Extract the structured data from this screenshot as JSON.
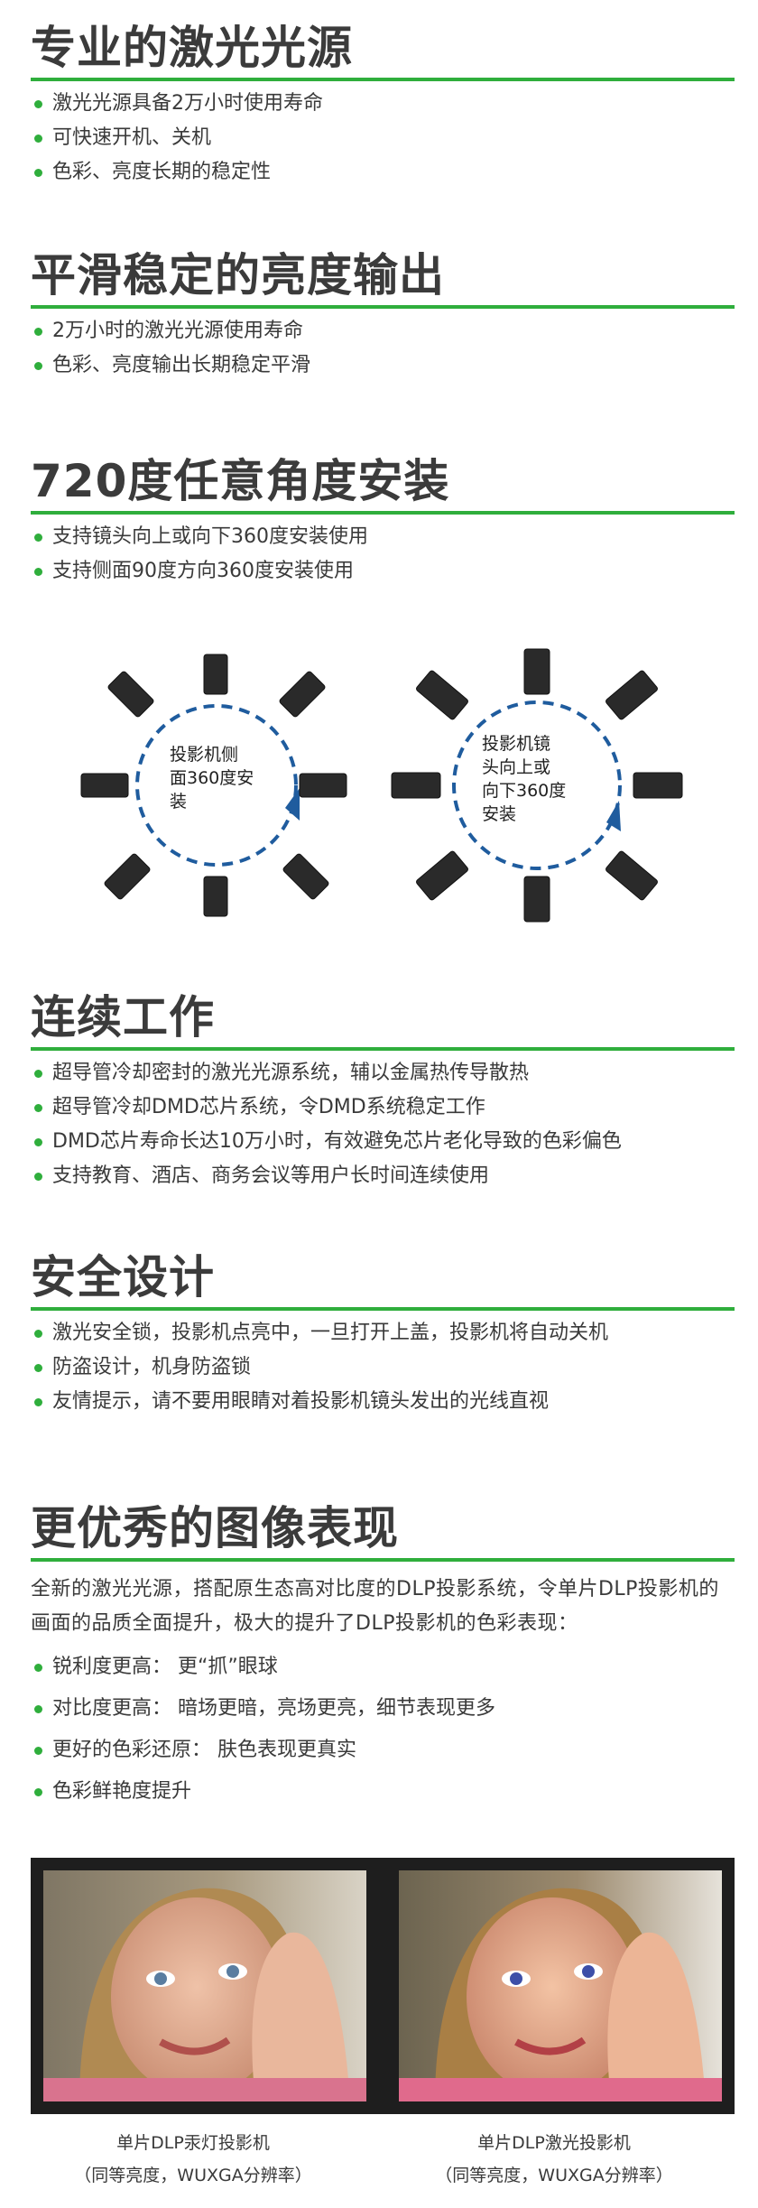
{
  "sections": [
    {
      "title": "专业的激光光源",
      "bullets": [
        "激光光源具备2万小时使用寿命",
        "可快速开机、关机",
        "色彩、亮度长期的稳定性"
      ]
    },
    {
      "title": "平滑稳定的亮度输出",
      "bullets": [
        "2万小时的激光光源使用寿命",
        "色彩、亮度输出长期稳定平滑"
      ]
    },
    {
      "title": "720度任意角度安装",
      "bullets": [
        "支持镜头向上或向下360度安装使用",
        "支持侧面90度方向360度安装使用"
      ]
    },
    {
      "title": "连续工作",
      "bullets": [
        "超导管冷却密封的激光光源系统，辅以金属热传导散热",
        "超导管冷却DMD芯片系统，令DMD系统稳定工作",
        "DMD芯片寿命长达10万小时，有效避免芯片老化导致的色彩偏色",
        "支持教育、酒店、商务会议等用户长时间连续使用"
      ]
    },
    {
      "title": "安全设计",
      "bullets": [
        "激光安全锁，投影机点亮中，一旦打开上盖，投影机将自动关机",
        "防盗设计，机身防盗锁",
        "友情提示，请不要用眼睛对着投影机镜头发出的光线直视"
      ]
    },
    {
      "title": "更优秀的图像表现",
      "paragraph": "全新的激光光源，搭配原生态高对比度的DLP投影系统，令单片DLP投影机的画面的品质全面提升，极大的提升了DLP投影机的色彩表现：",
      "bullets": [
        "锐利度更高： 更“抓”眼球",
        "对比度更高： 暗场更暗，亮场更亮，细节表现更多",
        "更好的色彩还原： 肤色表现更真实",
        "色彩鲜艳度提升"
      ]
    }
  ],
  "diagrams": {
    "left_label": [
      "投影机侧",
      "面360度安",
      "装"
    ],
    "right_label": [
      "投影机镜",
      "头向上或",
      "向下360度",
      "安装"
    ]
  },
  "comparison": {
    "left_caption_line1": "单片DLP汞灯投影机",
    "left_caption_line2": "（同等亮度，WUXGA分辨率）",
    "right_caption_line1": "单片DLP激光投影机",
    "right_caption_line2": "（同等亮度，WUXGA分辨率）"
  },
  "colors": {
    "accent": "#2fae3c",
    "title": "#3b3b3b",
    "text": "#3a3a3a",
    "dashed_circle": "#1f5c9e"
  }
}
